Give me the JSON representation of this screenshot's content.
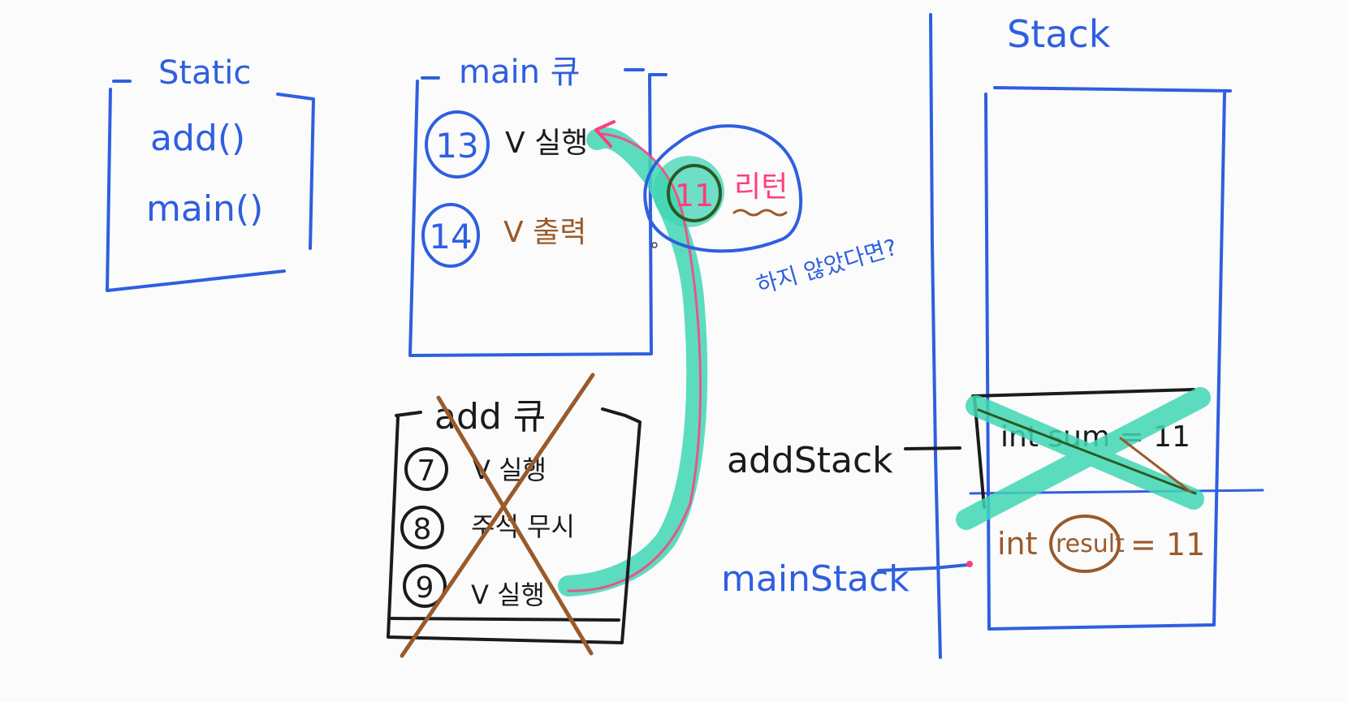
{
  "static_area": {
    "title": "Static",
    "methods": [
      "add()",
      "main()"
    ]
  },
  "main_frame": {
    "title": "main 큐",
    "rows": [
      {
        "num": "13",
        "text": "V 실행"
      },
      {
        "num": "14",
        "text": "V 출력"
      }
    ]
  },
  "return_bubble": {
    "num": "11",
    "label": "리턴",
    "question": "하지 않았다면?"
  },
  "add_frame": {
    "title": "add 큐",
    "rows": [
      {
        "num": "7",
        "text": "V 실행"
      },
      {
        "num": "8",
        "text": "주석 무시"
      },
      {
        "num": "9",
        "text": "V 실행"
      }
    ]
  },
  "stack_area": {
    "title": "Stack",
    "add_stack_label": "addStack",
    "main_stack_label": "mainStack",
    "add_entry": "int sum = 11",
    "main_entry_prefix": "int",
    "main_entry_var": "result",
    "main_entry_suffix": "= 11"
  },
  "colors": {
    "blue": "#2f5fe0",
    "brown": "#9a5a2a",
    "black": "#1b1b1b",
    "pink": "#ff3d7f",
    "teal": "#3fd6b4"
  }
}
